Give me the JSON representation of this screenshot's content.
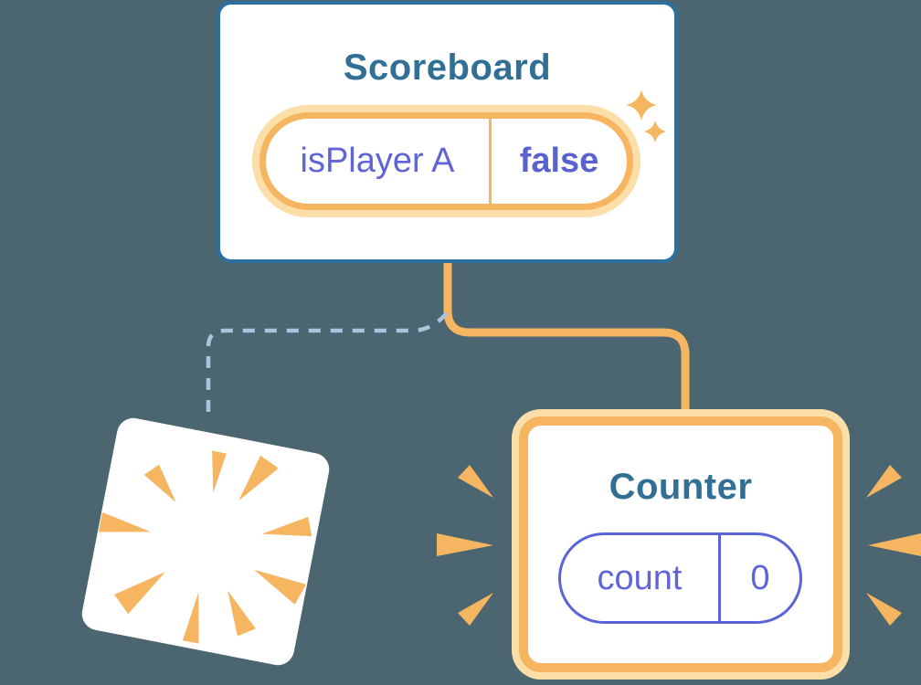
{
  "background_color": "#4B6670",
  "scoreboard": {
    "title": "Scoreboard",
    "state": {
      "key": "isPlayer A",
      "value": "false"
    }
  },
  "counter": {
    "title": "Counter",
    "state": {
      "key": "count",
      "value": "0"
    }
  },
  "colors": {
    "card_border_blue": "#2D6F9E",
    "title_teal": "#326F94",
    "accent_orange": "#F6B561",
    "accent_orange_glow": "#FBDEA8",
    "state_purple": "#5F65D6",
    "state_value_purple": "#5A61D2",
    "pill_border_purple": "#5A64D8",
    "dashed_line_blue": "#A9C4DD",
    "card_white": "#FFFFFF"
  },
  "icons": {
    "sparkles": "sparkles-icon",
    "poof_burst": "poof-burst-icon",
    "emphasis_left": "emphasis-rays-left-icon",
    "emphasis_right": "emphasis-rays-right-icon"
  }
}
